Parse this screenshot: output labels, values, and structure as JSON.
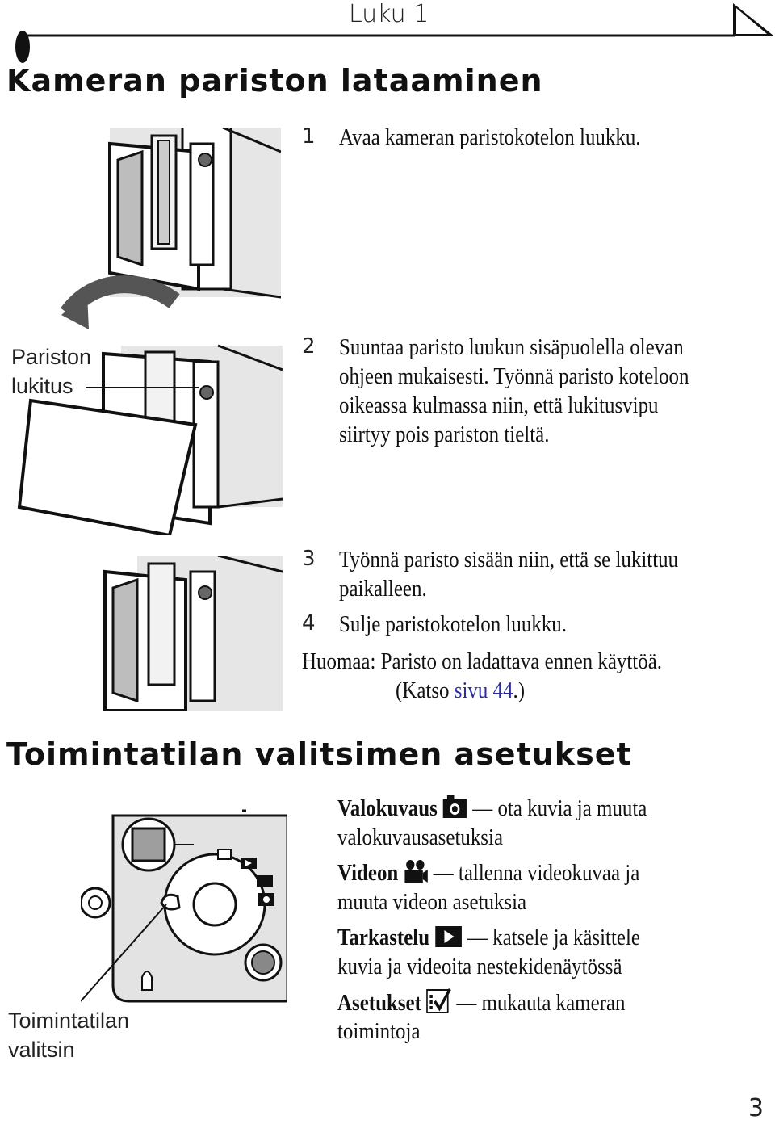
{
  "header": {
    "chapter": "Luku 1",
    "page_number": "3"
  },
  "section1": {
    "title": "Kameran pariston lataaminen",
    "steps": [
      {
        "num": "1",
        "lines": [
          "Avaa kameran paristokotelon luukku."
        ]
      },
      {
        "num": "2",
        "lines": [
          "Suuntaa paristo luukun sisäpuolella olevan",
          "ohjeen mukaisesti. Työnnä paristo koteloon",
          "oikeassa kulmassa niin, että lukitusvipu",
          "siirtyy pois pariston tieltä."
        ]
      },
      {
        "num": "3",
        "lines": [
          "Työnnä paristo sisään niin, että se lukittuu",
          "paikalleen."
        ]
      },
      {
        "num": "4",
        "lines": [
          "Sulje paristokotelon luukku."
        ]
      }
    ],
    "note": {
      "line1": "Huomaa: Paristo on ladattava ennen käyttöä.",
      "line2_pre": "(Katso ",
      "line2_link": "sivu 44",
      "line2_post": ".)"
    },
    "callout_lock": {
      "line1": "Pariston",
      "line2": "lukitus"
    }
  },
  "section2": {
    "title": "Toimintatilan valitsimen asetukset",
    "callout_dial": {
      "line1": "Toimintatilan",
      "line2": "valitsin"
    },
    "modes": [
      {
        "name": "Valokuvaus",
        "icon": "camera-icon",
        "dash": "—",
        "line1_rest": "ota kuvia ja muuta",
        "line2": "valokuvausasetuksia"
      },
      {
        "name": "Videon",
        "icon": "video-camera-icon",
        "dash": "—",
        "line1_rest": "tallenna videokuvaa ja",
        "line2": "muuta videon asetuksia"
      },
      {
        "name": "Tarkastelu",
        "icon": "play-icon",
        "dash": "—",
        "line1_rest": "katsele ja käsittele",
        "line2": "kuvia ja videoita nestekidenäytössä"
      },
      {
        "name": "Asetukset",
        "icon": "checklist-icon",
        "dash": "—",
        "line1_rest": "mukauta kameran",
        "line2": "toimintoja"
      }
    ]
  }
}
